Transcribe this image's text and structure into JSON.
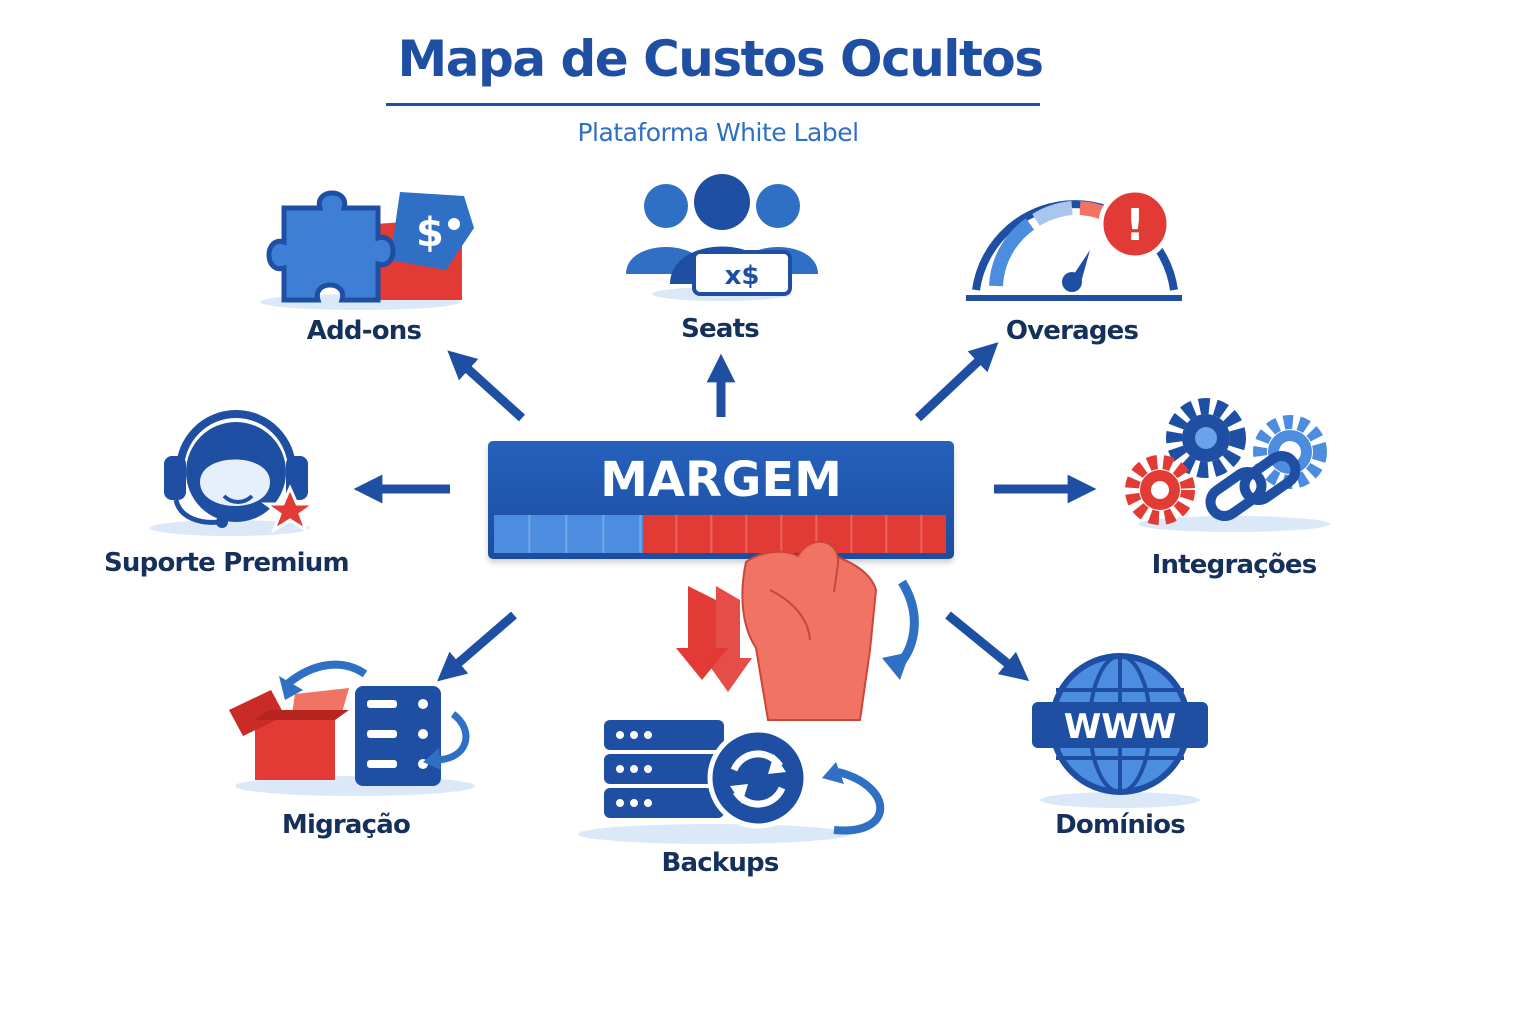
{
  "header": {
    "title": "Mapa de Custos Ocultos",
    "subtitle": "Plataforma White Label"
  },
  "center": {
    "label": "MARGEM",
    "margin_bar_fraction_blue": 0.33,
    "margin_bar_fraction_red": 0.67
  },
  "nodes": [
    {
      "id": "add-ons",
      "label": "Add-ons",
      "icon": "puzzle-price-tag-icon"
    },
    {
      "id": "seats",
      "label": "Seats",
      "icon": "users-icon",
      "badge": "x$"
    },
    {
      "id": "overages",
      "label": "Overages",
      "icon": "gauge-alert-icon",
      "badge": "!"
    },
    {
      "id": "suporte-premium",
      "label": "Suporte Premium",
      "icon": "headset-star-icon"
    },
    {
      "id": "integracoes",
      "label": "Integrações",
      "icon": "gears-link-icon"
    },
    {
      "id": "migracao",
      "label": "Migração",
      "icon": "box-server-icon"
    },
    {
      "id": "backups",
      "label": "Backups",
      "icon": "server-sync-icon"
    },
    {
      "id": "dominios",
      "label": "Domínios",
      "icon": "globe-www-icon",
      "badge": "WWW"
    }
  ],
  "colors": {
    "primary_blue": "#1f4fa3",
    "dark_navy": "#16305c",
    "accent_red": "#e23a34",
    "light_blue": "#4d8de0"
  }
}
